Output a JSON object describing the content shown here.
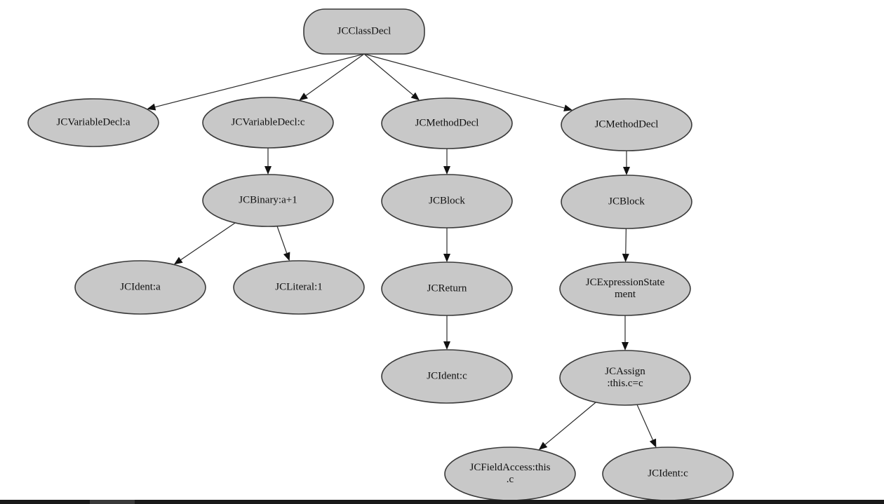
{
  "diagram": {
    "nodes": [
      {
        "id": "classdecl",
        "lines": [
          "JCClassDecl"
        ]
      },
      {
        "id": "vardecl-a",
        "lines": [
          "JCVariableDecl:a"
        ]
      },
      {
        "id": "vardecl-c",
        "lines": [
          "JCVariableDecl:c"
        ]
      },
      {
        "id": "methoddecl-1",
        "lines": [
          "JCMethodDecl"
        ]
      },
      {
        "id": "methoddecl-2",
        "lines": [
          "JCMethodDecl"
        ]
      },
      {
        "id": "binary",
        "lines": [
          "JCBinary:a+1"
        ]
      },
      {
        "id": "block-1",
        "lines": [
          "JCBlock"
        ]
      },
      {
        "id": "block-2",
        "lines": [
          "JCBlock"
        ]
      },
      {
        "id": "ident-a",
        "lines": [
          "JCIdent:a"
        ]
      },
      {
        "id": "literal-1",
        "lines": [
          "JCLiteral:1"
        ]
      },
      {
        "id": "return",
        "lines": [
          "JCReturn"
        ]
      },
      {
        "id": "exprstmt",
        "lines": [
          "JCExpressionState",
          "ment"
        ]
      },
      {
        "id": "ident-c-1",
        "lines": [
          "JCIdent:c"
        ]
      },
      {
        "id": "assign",
        "lines": [
          "JCAssign",
          ":this.c=c"
        ]
      },
      {
        "id": "fieldaccess",
        "lines": [
          "JCFieldAccess:this",
          ".c"
        ]
      },
      {
        "id": "ident-c-2",
        "lines": [
          "JCIdent:c"
        ]
      }
    ],
    "edges": [
      {
        "from": "classdecl",
        "to": "vardecl-a"
      },
      {
        "from": "classdecl",
        "to": "vardecl-c"
      },
      {
        "from": "classdecl",
        "to": "methoddecl-1"
      },
      {
        "from": "classdecl",
        "to": "methoddecl-2"
      },
      {
        "from": "vardecl-c",
        "to": "binary"
      },
      {
        "from": "binary",
        "to": "ident-a"
      },
      {
        "from": "binary",
        "to": "literal-1"
      },
      {
        "from": "methoddecl-1",
        "to": "block-1"
      },
      {
        "from": "block-1",
        "to": "return"
      },
      {
        "from": "return",
        "to": "ident-c-1"
      },
      {
        "from": "methoddecl-2",
        "to": "block-2"
      },
      {
        "from": "block-2",
        "to": "exprstmt"
      },
      {
        "from": "exprstmt",
        "to": "assign"
      },
      {
        "from": "assign",
        "to": "fieldaccess"
      },
      {
        "from": "assign",
        "to": "ident-c-2"
      }
    ]
  }
}
